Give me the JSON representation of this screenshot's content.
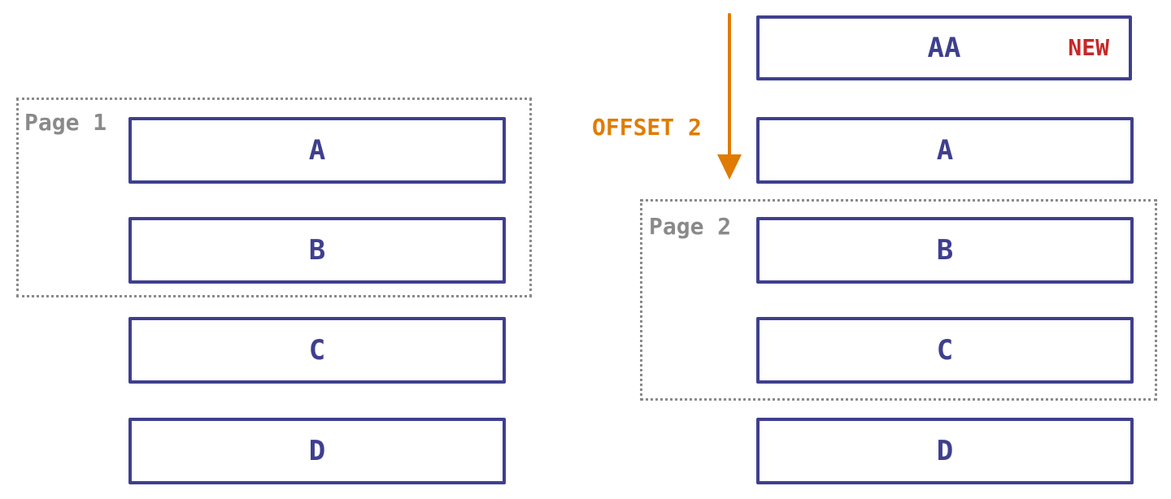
{
  "left_list": {
    "page_label": "Page 1",
    "rows": [
      {
        "label": "A"
      },
      {
        "label": "B"
      },
      {
        "label": "C"
      },
      {
        "label": "D"
      }
    ]
  },
  "right_list": {
    "new_row": {
      "label": "AA",
      "badge": "NEW"
    },
    "page_label": "Page 2",
    "offset_label": "OFFSET 2",
    "rows": [
      {
        "label": "A"
      },
      {
        "label": "B"
      },
      {
        "label": "C"
      },
      {
        "label": "D"
      }
    ]
  },
  "colors": {
    "row_border": "#3f3f8f",
    "row_text": "#3f3f8f",
    "page_frame": "#8a8a8a",
    "offset_arrow": "#e07b00",
    "new_badge": "#c62828"
  },
  "icons": {
    "offset_arrow": "down-arrow-icon"
  }
}
